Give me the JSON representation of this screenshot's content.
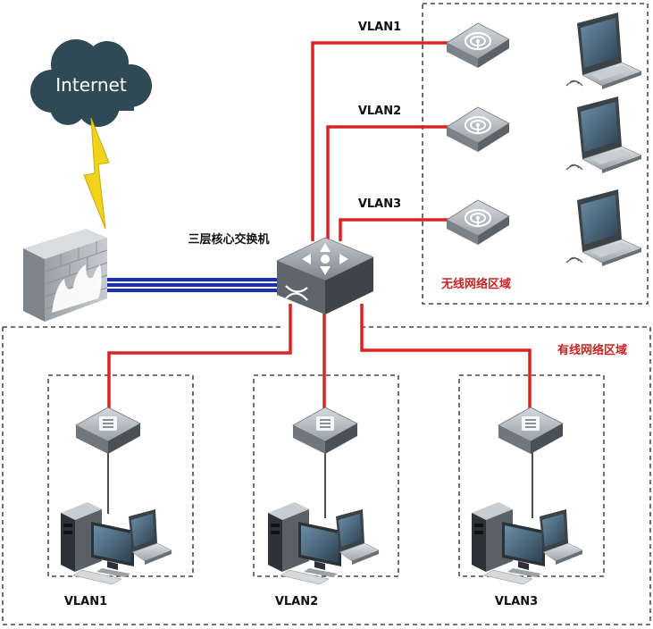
{
  "cloud": {
    "label": "Internet",
    "icon": "internet-cloud-icon"
  },
  "core_switch": {
    "label": "三层核心交换机",
    "icon": "layer3-core-switch-icon"
  },
  "zones": {
    "wireless": {
      "label": "无线网络区域"
    },
    "wired": {
      "label": "有线网络区域"
    }
  },
  "wireless_vlans": [
    {
      "label": "VLAN1"
    },
    {
      "label": "VLAN2"
    },
    {
      "label": "VLAN3"
    }
  ],
  "wired_vlans": [
    {
      "label": "VLAN1"
    },
    {
      "label": "VLAN2"
    },
    {
      "label": "VLAN3"
    }
  ],
  "colors": {
    "vlan_link": "#dd2222",
    "firewall_link": "#1a2fb8",
    "cloud": "#2f4a55",
    "lightning": "#f2d21a",
    "zone_label": "#cc2222",
    "device": "#8a9299"
  },
  "icons": {
    "firewall": "firewall-icon",
    "access_point": "wireless-access-point-icon",
    "laptop": "laptop-icon",
    "access_switch": "access-switch-icon",
    "workstation": "desktop-workstation-icon",
    "lightning": "lightning-icon"
  }
}
